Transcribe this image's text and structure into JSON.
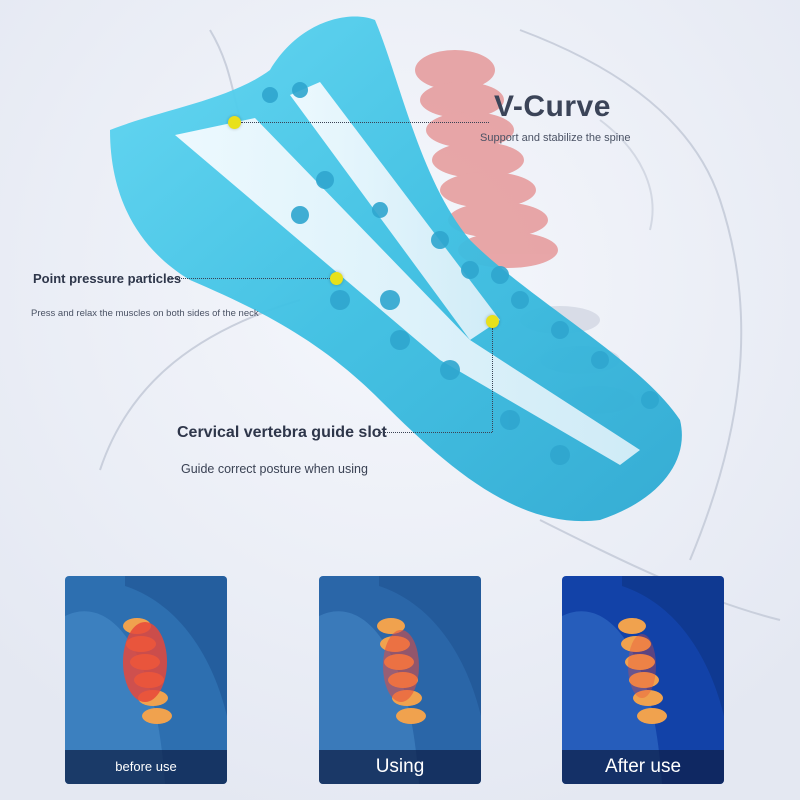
{
  "callouts": {
    "v_curve": {
      "title": "V-Curve",
      "subtitle": "Support and stabilize the spine"
    },
    "pressure": {
      "title": "Point pressure particles",
      "subtitle": "Press and relax the muscles on both sides of the neck"
    },
    "guide": {
      "title": "Cervical vertebra guide slot",
      "subtitle": "Guide correct posture when using"
    }
  },
  "cards": [
    {
      "caption": "before use",
      "tone": "#2d6fb0"
    },
    {
      "caption": "Using",
      "tone": "#2a66a8"
    },
    {
      "caption": "After use",
      "tone": "#1242a8"
    }
  ],
  "colors": {
    "pillow": "#41c5e6",
    "accent_dot": "#e8e11a",
    "spine": "#e27b7b"
  }
}
